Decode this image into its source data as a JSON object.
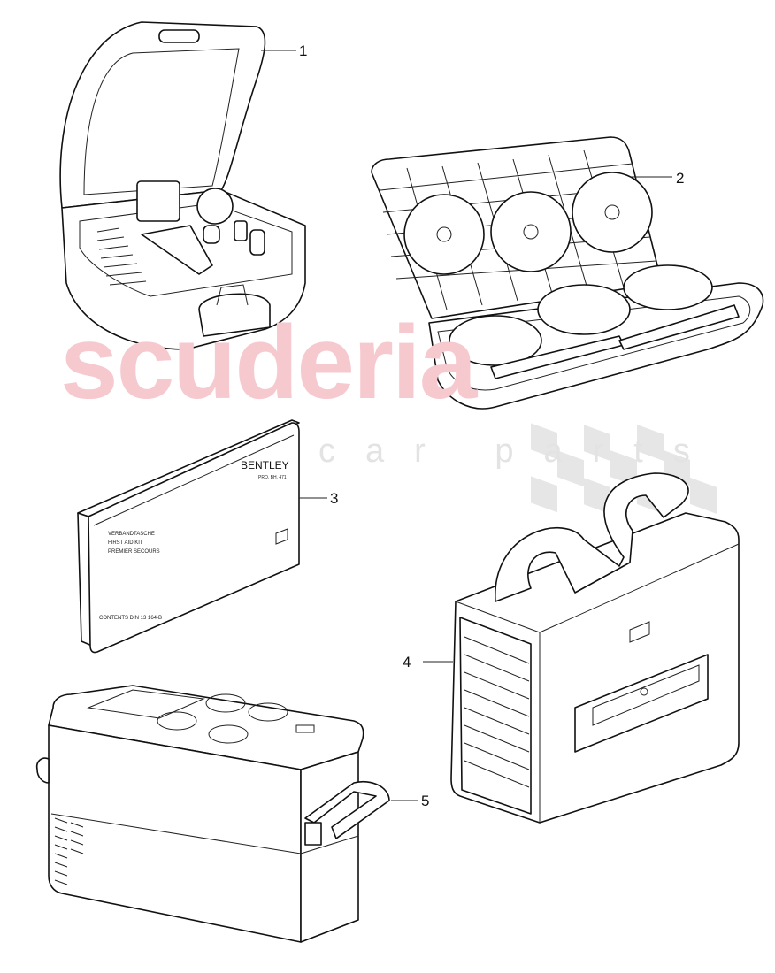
{
  "watermark": {
    "brand": "scuderia",
    "sub": "car parts",
    "brand_color": "#f6c9cf",
    "sub_color": "#e3e3e3"
  },
  "callouts": [
    "1",
    "2",
    "3",
    "4",
    "5"
  ],
  "first_aid_kit": {
    "brand": "BENTLEY",
    "brand_sub": "PRO. BH. 471",
    "line1": "VERBANDTASCHE",
    "line2": "FIRST AID KIT",
    "line3": "PREMIER SECOURS",
    "contents": "CONTENTS DIN 13 164-B"
  },
  "parts": [
    {
      "callout": "1",
      "item": "bulb-kit-case"
    },
    {
      "callout": "2",
      "item": "tool-case"
    },
    {
      "callout": "3",
      "item": "first-aid-kit"
    },
    {
      "callout": "4",
      "item": "cool-bag"
    },
    {
      "callout": "5",
      "item": "cool-box"
    }
  ]
}
